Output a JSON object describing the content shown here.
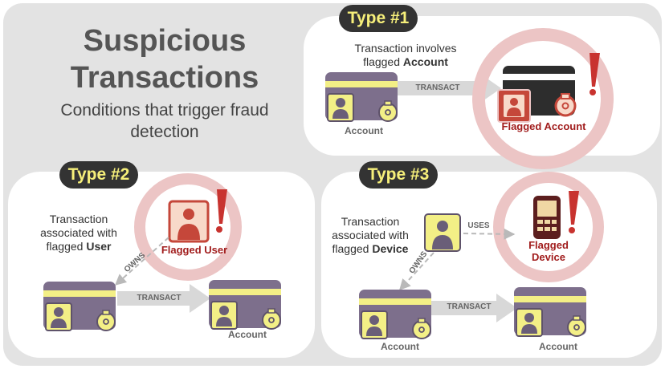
{
  "title": "Suspicious Transactions",
  "subtitle": "Conditions that trigger fraud detection",
  "type1": {
    "badge": "Type #1",
    "desc_prefix": "Transaction involves flagged ",
    "desc_bold": "Account",
    "edge": "TRANSACT",
    "source_label": "Account",
    "flagged_label": "Flagged Account"
  },
  "type2": {
    "badge": "Type #2",
    "desc_prefix": "Transaction associated with flagged ",
    "desc_bold": "User",
    "flagged_label": "Flagged User",
    "edge_owns": "OWNS",
    "edge_transact": "TRANSACT",
    "target_label": "Account"
  },
  "type3": {
    "badge": "Type #3",
    "desc_prefix": "Transaction associated with flagged ",
    "desc_bold": "Device",
    "edge_uses": "USES",
    "edge_owns": "OWNS",
    "edge_transact": "TRANSACT",
    "flagged_label": "Flagged Device",
    "source_label": "Account",
    "target_label": "Account"
  },
  "colors": {
    "background": "#e3e3e3",
    "panel": "#ffffff",
    "account_card": "#7d6f8c",
    "card_stripe": "#f3ef86",
    "flag_ring": "#ecc5c5",
    "flag_red": "#c8332f",
    "flagged_text": "#a11d1d",
    "badge_bg": "#333333",
    "badge_text": "#f6ef7a",
    "arrow": "#d8d8d8"
  }
}
